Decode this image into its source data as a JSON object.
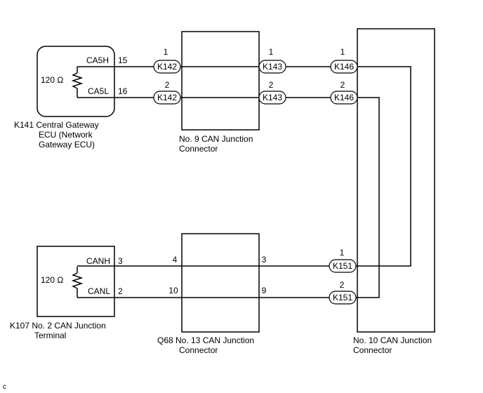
{
  "ecu_k141": {
    "resistance": "120 Ω",
    "pin_high_name": "CA5H",
    "pin_high_num": "15",
    "pin_low_name": "CA5L",
    "pin_low_num": "16",
    "label_line1": "K141  Central Gateway",
    "label_line2": "ECU (Network",
    "label_line3": "Gateway ECU)"
  },
  "term_k107": {
    "resistance": "120 Ω",
    "pin_high_name": "CANH",
    "pin_high_num": "3",
    "pin_low_name": "CANL",
    "pin_low_num": "2",
    "label_line1": "K107  No. 2 CAN Junction",
    "label_line2": "Terminal"
  },
  "junction_9": {
    "label_line1": "No. 9 CAN Junction",
    "label_line2": "Connector",
    "left_pin_1": "1",
    "left_pin_2": "2",
    "right_pin_1": "1",
    "right_pin_2": "2"
  },
  "junction_13": {
    "label_line1": "Q68  No. 13 CAN Junction",
    "label_line2": "Connector",
    "left_pin_1": "4",
    "left_pin_2": "10",
    "right_pin_1": "3",
    "right_pin_2": "9"
  },
  "junction_10": {
    "label_line1": "No. 10 CAN Junction",
    "label_line2": "Connector",
    "top_pin_1": "1",
    "top_pin_2": "2",
    "bottom_pin_1": "1",
    "bottom_pin_2": "2"
  },
  "connectors": {
    "k142": "K142",
    "k143": "K143",
    "k146": "K146",
    "k151": "K151"
  },
  "corner_mark": "c"
}
